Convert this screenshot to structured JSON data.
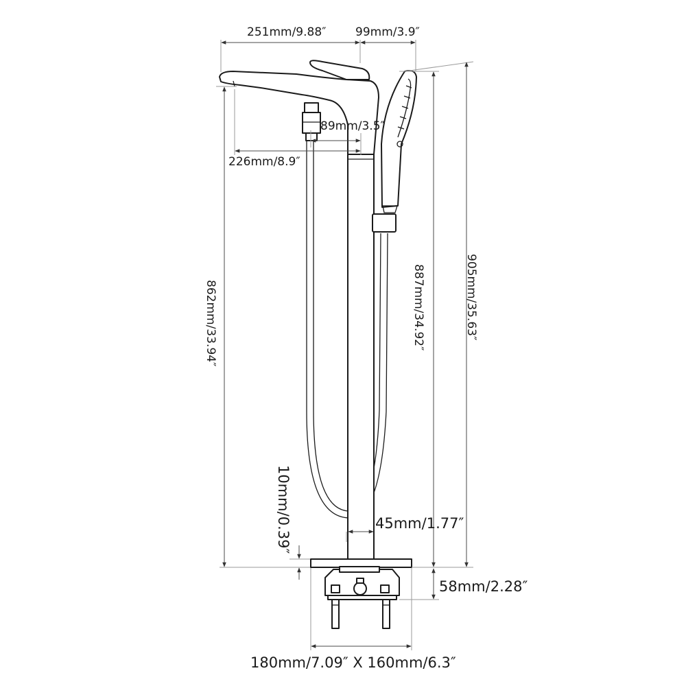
{
  "dimensions": {
    "spout_reach_total": "251mm/9.88″",
    "handle_offset": "99mm/3.9″",
    "inner_offset": "89mm/3.5″",
    "spout_reach": "226mm/8.9″",
    "spout_height": "862mm/33.94″",
    "column_height": "887mm/34.92″",
    "total_height": "905mm/35.63″",
    "base_plate_thickness": "10mm/0.39″",
    "column_diameter": "45mm/1.77″",
    "valve_depth": "58mm/2.28″",
    "base_plate_size": "180mm/7.09″ X 160mm/6.3″"
  },
  "colors": {
    "line": "#1a1a1a",
    "dimension_line": "#4a4a4a",
    "background": "#ffffff"
  }
}
